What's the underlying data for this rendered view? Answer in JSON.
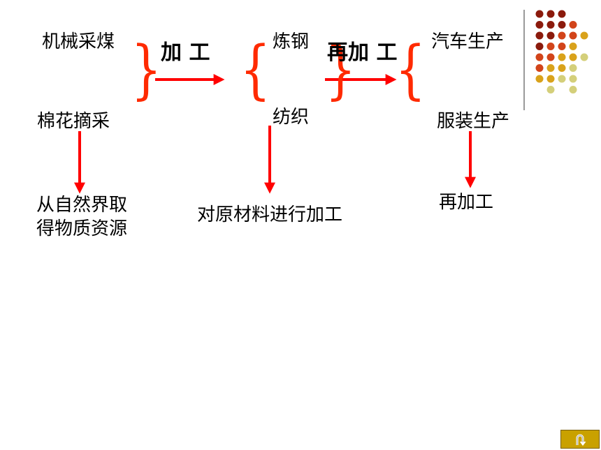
{
  "nodes": {
    "coal": "机械采煤",
    "cotton": "棉花摘采",
    "steel": "炼钢",
    "textile": "纺织",
    "car": "汽车生产",
    "clothing": "服装生产"
  },
  "stages": {
    "process": "加 工",
    "reprocess": "再加 工"
  },
  "notes": {
    "nature_line1": "从自然界取",
    "nature_line2": "得物质资源",
    "raw_processing": "对原材料进行加工",
    "reprocessing": "再加工"
  },
  "colors": {
    "arrow": "#ff0000",
    "brace": "#ff2a00",
    "dot_dark": "#8b1a0c",
    "dot_orange": "#d2441a",
    "dot_gold": "#d9a21b",
    "dot_pale": "#d4cf7a",
    "button": "#c9a100"
  },
  "icons": {
    "back": "u-turn-back-icon"
  }
}
